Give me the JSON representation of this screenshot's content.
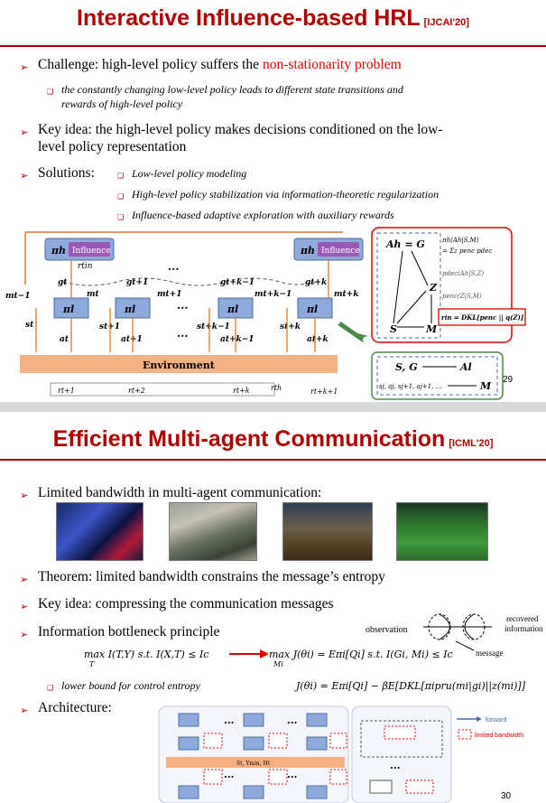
{
  "slide1": {
    "title": "Interactive Influence-based HRL",
    "venue": "[IJCAI'20]",
    "challenge_prefix": "Challenge: high-level policy suffers the ",
    "challenge_highlight": "non-stationarity problem",
    "challenge_sub_line1": "the constantly changing low-level policy leads to different state transitions and",
    "challenge_sub_line2": "rewards of high-level policy",
    "keyidea_line1": "Key idea: the high-level policy makes decisions conditioned on the low-",
    "keyidea_line2": "level policy representation",
    "solutions_label": "Solutions:",
    "solutions": [
      "Low-level policy modeling",
      "High-level policy stabilization via information-theoretic regularization",
      "Influence-based adaptive exploration with auxiliary rewards"
    ],
    "diagram": {
      "pi_h": "πh",
      "influence": "Influence",
      "pi_l": "πl",
      "r_in": "rtin",
      "environment": "Environment",
      "m_prev": "mt−1",
      "g_labels": [
        "gt",
        "gt+1",
        "gt+k−1",
        "gt+k"
      ],
      "m_labels": [
        "mt",
        "mt+1",
        "mt+k−1",
        "mt+k"
      ],
      "s_labels": [
        "st",
        "st+1",
        "st+k−1",
        "st+k"
      ],
      "a_labels": [
        "at",
        "at+1",
        "at+k−1",
        "at+k"
      ],
      "r_labels": [
        "rt+1",
        "rt+2",
        "rt+k",
        "rt+k+1"
      ],
      "r_h": "rth",
      "dots": "···"
    },
    "graph": {
      "ah_g": "Ah = G",
      "z": "Z",
      "s": "S",
      "m": "M",
      "f1": "πh(Ah|S,M)",
      "f2": "= Σz penc pdec",
      "f3": "pdec(Ah|S,Z)",
      "f4": "penc(Z|S,M)",
      "f5": "rin = DKL[penc || q(Z)]",
      "sg": "S, G",
      "al": "Al",
      "traj": "sj, aj, sj+1, aj+1, …",
      "m2": "M"
    },
    "page_number": "29"
  },
  "slide2": {
    "title": "Efficient Multi-agent Communication",
    "venue": "[ICML'20]",
    "b1": "Limited bandwidth in multi-agent communication:",
    "b2": "Theorem: limited bandwidth constrains the message’s entropy",
    "b3": "Key idea: compressing the communication messages",
    "b4": "Information bottleneck principle",
    "b5": "Architecture:",
    "eq_left": "max I(T,Y) s.t. I(X,T) ≤ Ic",
    "eq_left_sub": "T",
    "eq_right": "max J(θi) = Eπi[Qi] s.t. I(Gi, Mi) ≤ Ic",
    "eq_right_sub": "Mi",
    "sub_lower": "lower bound for control entropy",
    "eq_lower": "J(θi) = Eπi[Qi] − βE[DKL[πipru(mi|gi)||z(mi)]]",
    "bottleneck": {
      "observation": "observation",
      "recovered": "recovered",
      "information": "information",
      "message": "message"
    },
    "legend": {
      "forward": "forward",
      "limited": "limited bandwidth"
    },
    "arch_env": "St, Ymin, Ht",
    "page_number": "30"
  }
}
